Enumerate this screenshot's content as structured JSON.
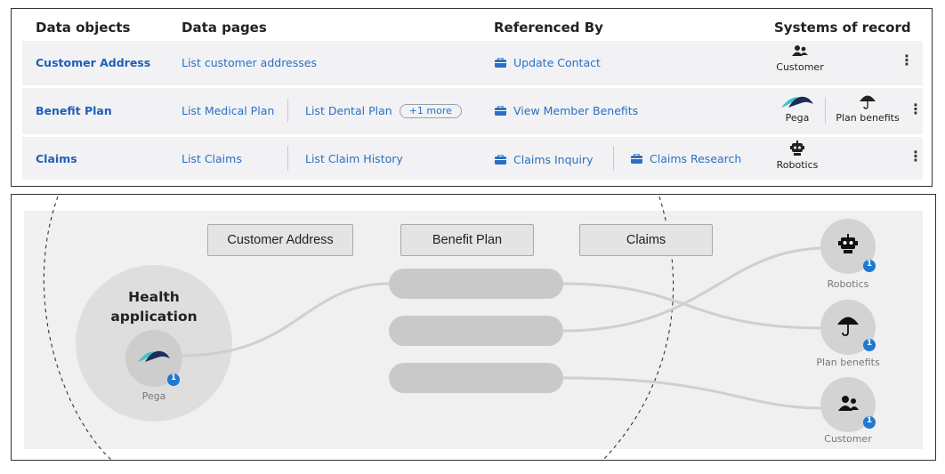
{
  "table": {
    "headers": {
      "data_objects": "Data objects",
      "data_pages": "Data pages",
      "referenced_by": "Referenced By",
      "systems_of_record": "Systems of record"
    },
    "rows": [
      {
        "object": "Customer Address",
        "pages": [
          "List customer addresses"
        ],
        "more": "",
        "referenced_by": [
          "Update Contact"
        ],
        "systems": [
          {
            "label": "Customer",
            "icon": "people-icon"
          }
        ]
      },
      {
        "object": "Benefit Plan",
        "pages": [
          "List Medical Plan",
          "List Dental Plan"
        ],
        "more": "+1 more",
        "referenced_by": [
          "View Member Benefits"
        ],
        "systems": [
          {
            "label": "Pega",
            "icon": "pega-logo"
          },
          {
            "label": "Plan benefits",
            "icon": "umbrella-icon"
          }
        ]
      },
      {
        "object": "Claims",
        "pages": [
          "List Claims",
          "List Claim History"
        ],
        "more": "",
        "referenced_by": [
          "Claims Inquiry",
          "Claims Research"
        ],
        "systems": [
          {
            "label": "Robotics",
            "icon": "robot-icon"
          }
        ]
      }
    ]
  },
  "graph": {
    "application": {
      "title_line1": "Health",
      "title_line2": "application",
      "system": "Pega",
      "badge": "1"
    },
    "data_objects": [
      "Customer Address",
      "Benefit Plan",
      "Claims"
    ],
    "systems": [
      {
        "label": "Robotics",
        "badge": "1"
      },
      {
        "label": "Plan benefits",
        "badge": "1"
      },
      {
        "label": "Customer",
        "badge": "1"
      }
    ]
  },
  "colors": {
    "link": "#2b6fc4",
    "badge": "#1f78d1",
    "pega_dark": "#1e2a5a",
    "pega_teal": "#3fc2c4"
  }
}
